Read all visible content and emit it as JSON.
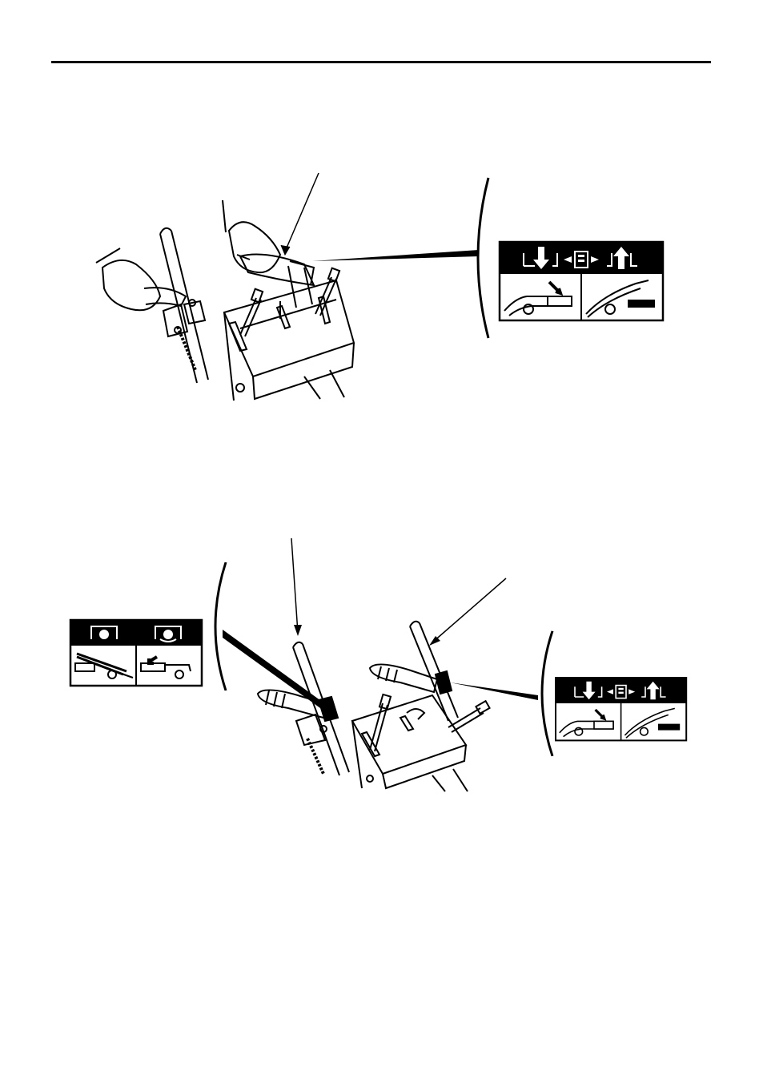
{
  "document": {
    "header_rule": true
  },
  "figures": [
    {
      "id": "figure-1",
      "content": "snow-thrower-handlebar-with-drive-lever-decal"
    },
    {
      "id": "figure-2",
      "content": "snow-thrower-handlebar-with-auger-and-drive-lever-decals"
    }
  ],
  "colors": {
    "ink": "#000000",
    "paper": "#ffffff"
  }
}
